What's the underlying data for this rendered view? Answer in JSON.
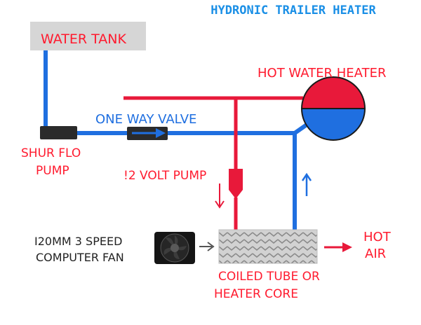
{
  "title": "HYDRONIC TRAILER HEATER",
  "labels": {
    "water_tank": "WATER TANK",
    "hot_water_heater": "HOT WATER HEATER",
    "one_way_valve": "ONE WAY VALVE",
    "shur_flo_line1": "SHUR FLO",
    "shur_flo_line2": "PUMP",
    "twelve_volt_pump": "!2 VOLT PUMP",
    "fan_line1": "I20MM 3 SPEED",
    "fan_line2": "COMPUTER FAN",
    "coil_line1": "COILED TUBE OR",
    "coil_line2": "HEATER CORE",
    "hot_air_line1": "HOT",
    "hot_air_line2": "AIR"
  },
  "colors": {
    "title": "#1a8fe6",
    "label_red": "#ff1a2e",
    "label_dark": "#222222",
    "cold_pipe": "#1f6fe0",
    "hot_pipe": "#e8193a",
    "tank_fill": "#d6d6d6",
    "heater_hot": "#e8193a",
    "heater_cold": "#1f6fe0",
    "pump_fill": "#2b2b2b",
    "fan_fill": "#151515",
    "core_fill": "#cfcfcf",
    "arrow_dark": "#555555"
  }
}
